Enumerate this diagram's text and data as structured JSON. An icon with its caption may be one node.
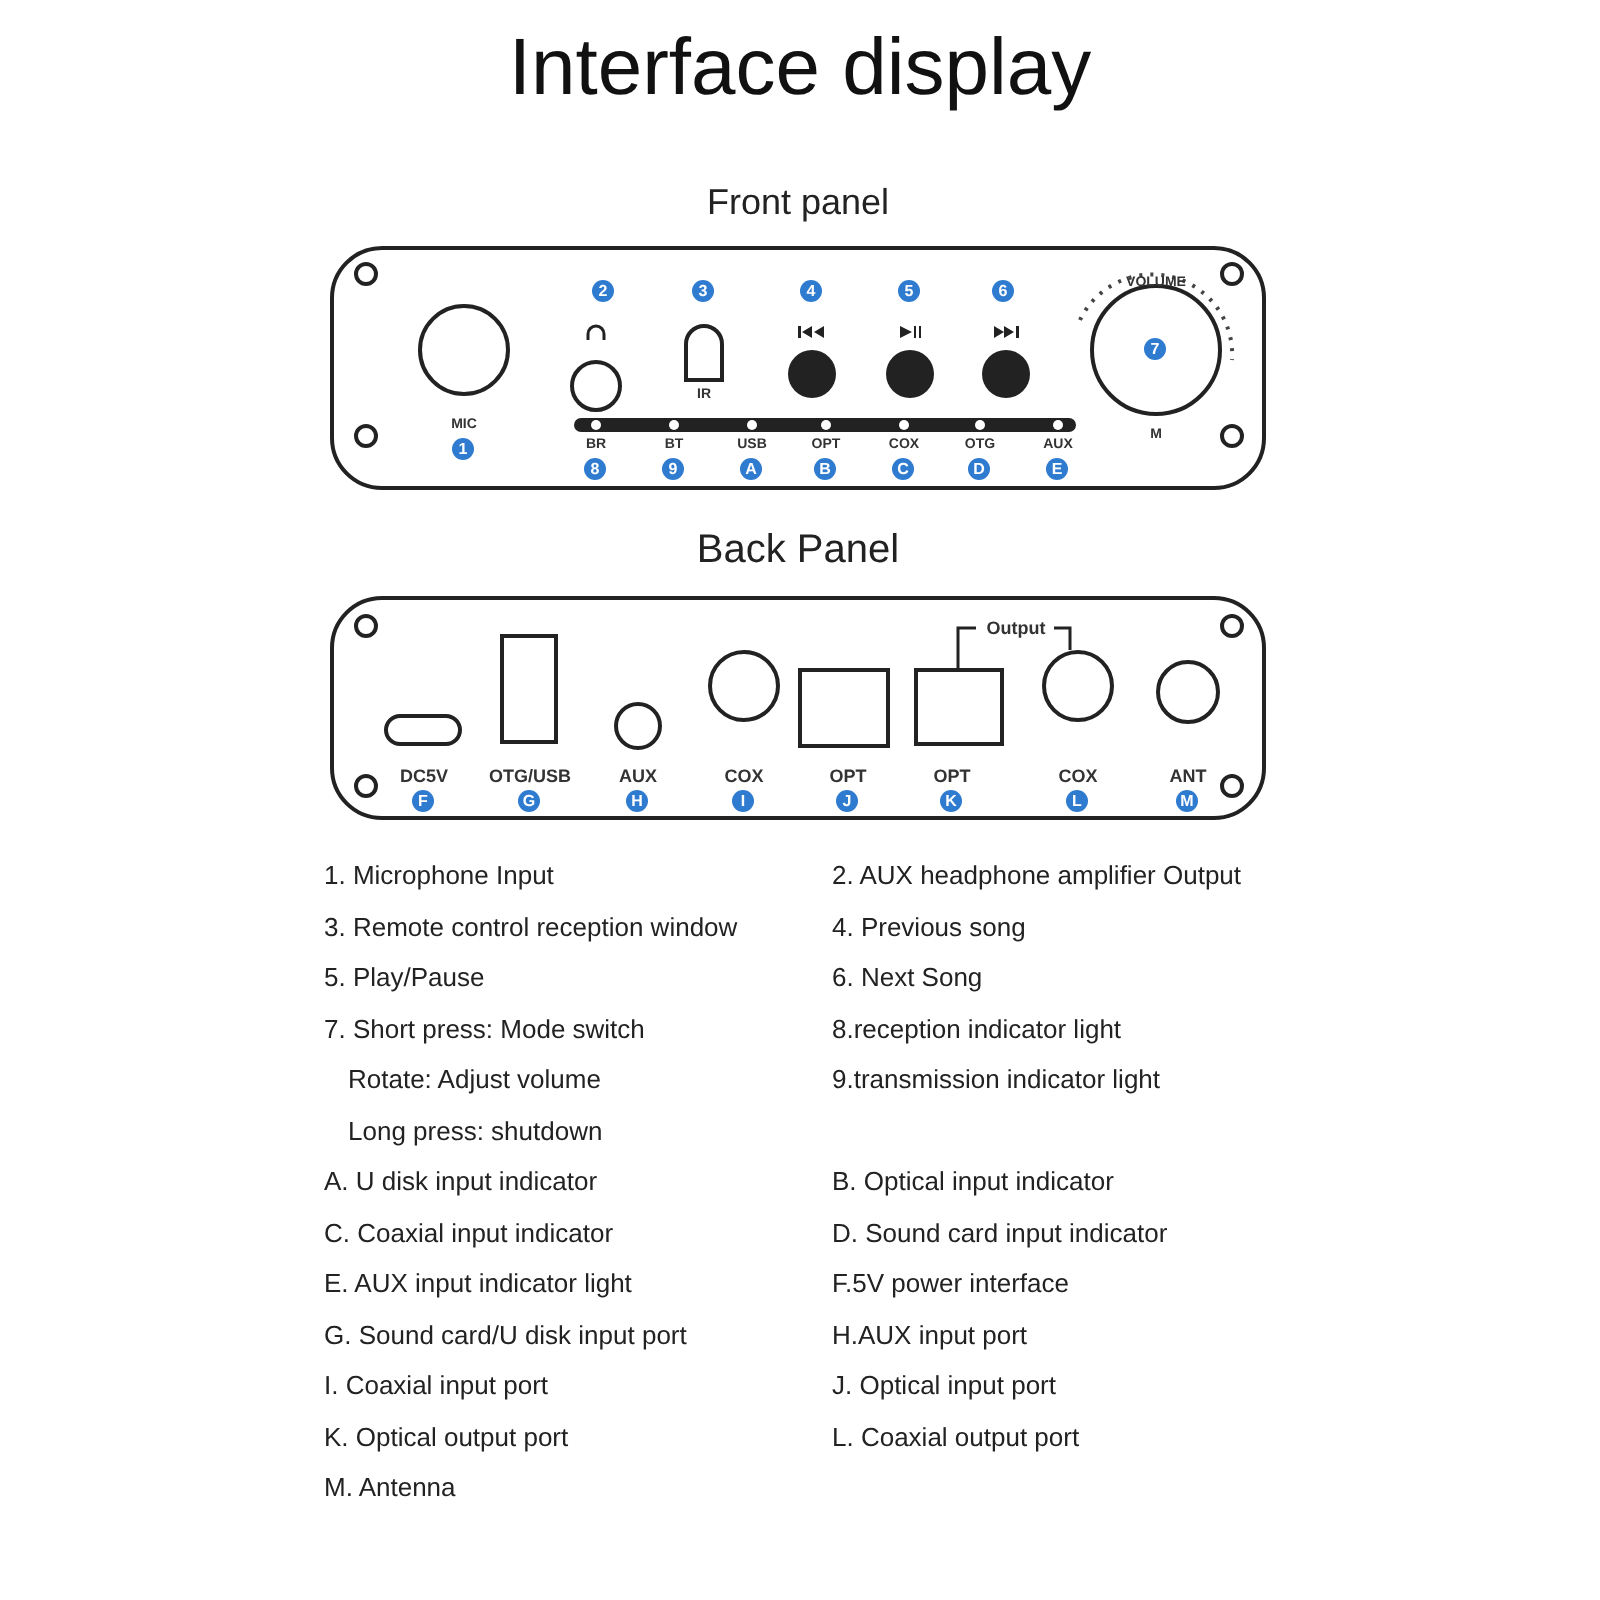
{
  "diagram": {
    "title": "Interface display",
    "nodes": [
      {
        "text": [
          "Front panel"
        ]
      },
      {
        "text": [
          "2"
        ],
        "in": 0
      },
      {
        "text": [
          "3"
        ],
        "in": 0
      },
      {
        "text": [
          "4"
        ],
        "in": 0
      },
      {
        "text": [
          "5"
        ],
        "in": 0
      },
      {
        "text": [
          "6"
        ],
        "in": 0
      },
      {
        "text": [
          "7"
        ],
        "in": 0
      },
      {
        "text": [
          "1"
        ],
        "in": 0
      },
      {
        "text": [
          "8"
        ],
        "in": 0
      },
      {
        "text": [
          "9"
        ],
        "in": 0
      },
      {
        "text": [
          "A"
        ],
        "in": 0
      },
      {
        "text": [
          "B"
        ],
        "in": 0
      },
      {
        "text": [
          "C"
        ],
        "in": 0
      },
      {
        "text": [
          "D"
        ],
        "in": 0
      },
      {
        "text": [
          "E"
        ],
        "in": 0
      },
      {
        "text": [
          "Back Panel"
        ]
      },
      {
        "text": [
          "F"
        ],
        "in": 15
      },
      {
        "text": [
          "G"
        ],
        "in": 15
      },
      {
        "text": [
          "H"
        ],
        "in": 15
      },
      {
        "text": [
          "I"
        ],
        "in": 15
      },
      {
        "text": [
          "J"
        ],
        "in": 15
      },
      {
        "text": [
          "K"
        ],
        "in": 15
      },
      {
        "text": [
          "L"
        ],
        "in": 15
      },
      {
        "text": [
          "M"
        ],
        "in": 15
      }
    ],
    "labels": [
      "VOLUME",
      "MIC",
      "IR",
      "M",
      "BR",
      "BT",
      "USB",
      "OPT",
      "COX",
      "OTG",
      "AUX",
      "Output",
      "DC5V",
      "OTG/USB",
      "AUX",
      "COX",
      "OPT",
      "OPT",
      "COX",
      "ANT",
      "1. Microphone Input",
      "2. AUX headphone amplifier Output",
      "3. Remote control reception window",
      "4. Previous song",
      "5. Play/Pause",
      "6. Next Song",
      "7. Short press: Mode switch",
      "8.reception indicator light",
      "Rotate: Adjust volume",
      "9.transmission indicator light",
      "Long press: shutdown",
      "A. U disk input indicator",
      "B. Optical input indicator",
      "C. Coaxial input indicator",
      "D. Sound card input indicator",
      "E. AUX input indicator light",
      "F.5V power interface",
      "G. Sound card/U disk input port",
      "H.AUX input port",
      "I. Coaxial input port",
      "J. Optical input port",
      "K. Optical output port",
      "L. Coaxial output port",
      "M. Antenna"
    ]
  }
}
